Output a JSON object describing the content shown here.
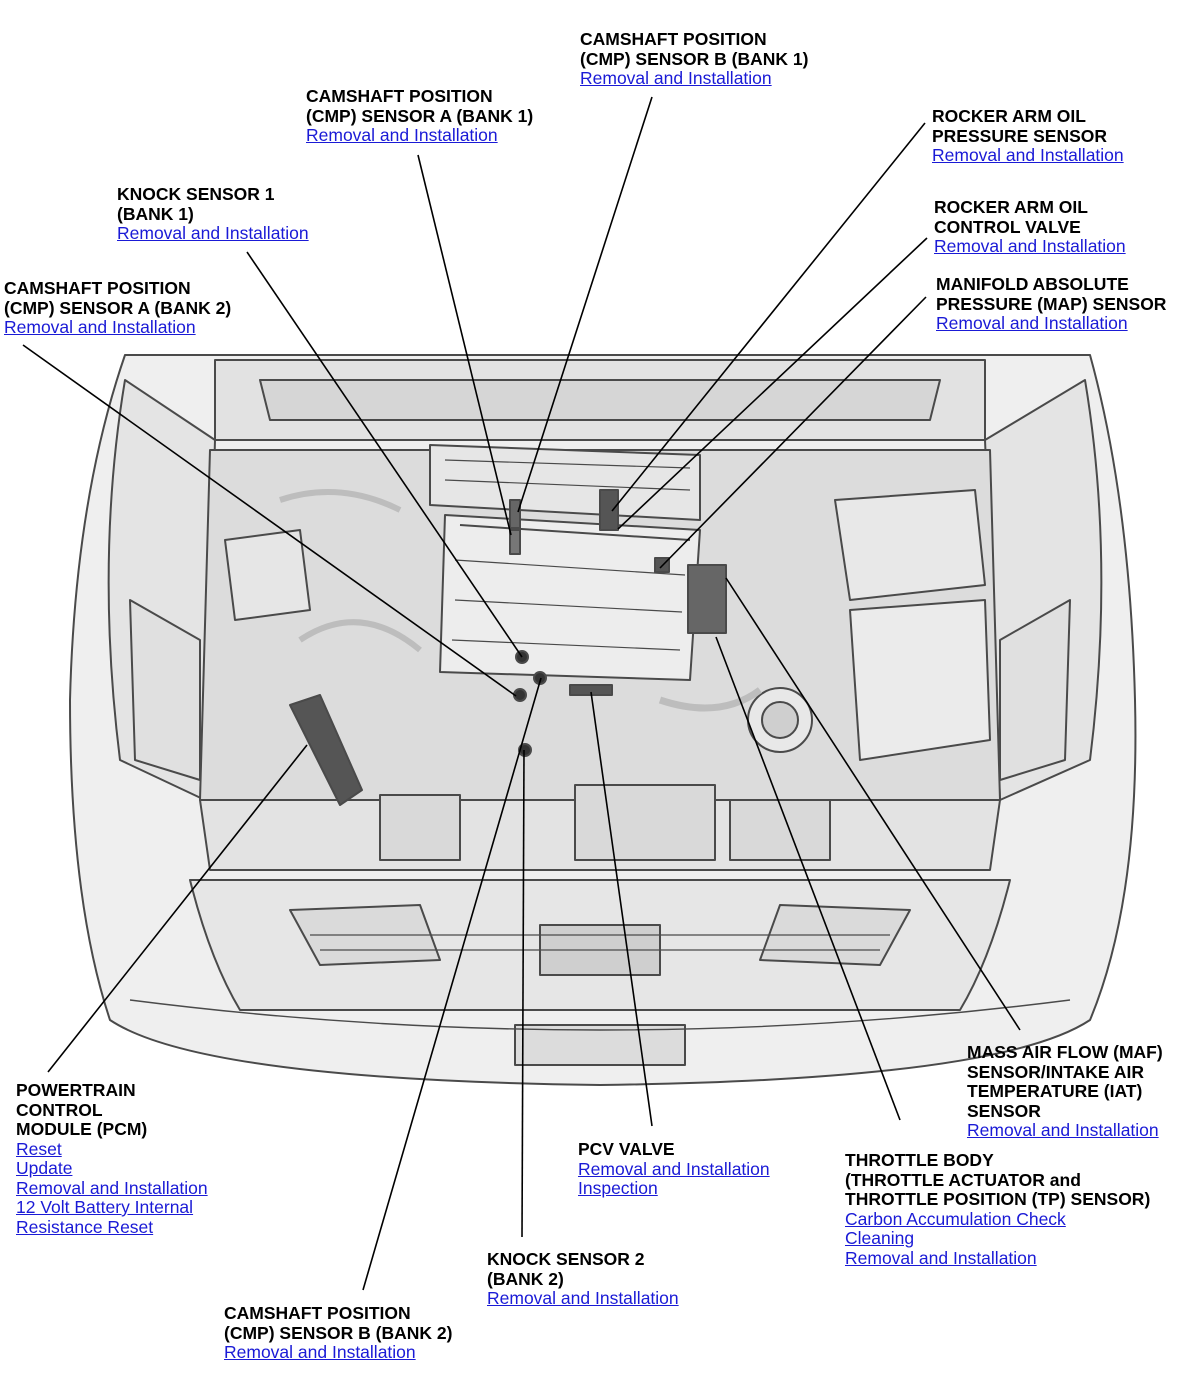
{
  "callouts": {
    "cmp_b_bank1": {
      "title": [
        "CAMSHAFT POSITION",
        "(CMP) SENSOR B (BANK 1)"
      ],
      "links": [
        "Removal and Installation"
      ]
    },
    "cmp_a_bank1": {
      "title": [
        "CAMSHAFT POSITION",
        "(CMP) SENSOR A (BANK 1)"
      ],
      "links": [
        "Removal and Installation"
      ]
    },
    "knock1": {
      "title": [
        "KNOCK SENSOR 1",
        "(BANK 1)"
      ],
      "links": [
        "Removal and Installation"
      ]
    },
    "cmp_a_bank2": {
      "title": [
        "CAMSHAFT POSITION",
        "(CMP) SENSOR A (BANK 2)"
      ],
      "links": [
        "Removal and Installation"
      ]
    },
    "rocker_sensor": {
      "title": [
        "ROCKER ARM OIL",
        "PRESSURE SENSOR"
      ],
      "links": [
        "Removal and Installation"
      ]
    },
    "rocker_valve": {
      "title": [
        "ROCKER ARM OIL",
        "CONTROL VALVE"
      ],
      "links": [
        "Removal and Installation"
      ]
    },
    "map": {
      "title": [
        "MANIFOLD ABSOLUTE",
        "PRESSURE (MAP) SENSOR"
      ],
      "links": [
        "Removal and Installation"
      ]
    },
    "maf": {
      "title": [
        "MASS AIR FLOW (MAF)",
        "SENSOR/INTAKE AIR",
        "TEMPERATURE (IAT)",
        "SENSOR"
      ],
      "links": [
        "Removal and Installation"
      ]
    },
    "throttle": {
      "title": [
        "THROTTLE BODY",
        "(THROTTLE ACTUATOR and",
        "THROTTLE POSITION (TP) SENSOR)"
      ],
      "links": [
        "Carbon Accumulation Check",
        "Cleaning",
        "Removal and Installation"
      ]
    },
    "pcm": {
      "title": [
        "POWERTRAIN",
        "CONTROL",
        "MODULE (PCM)"
      ],
      "links": [
        "Reset",
        "Update",
        "Removal and Installation",
        "12 Volt Battery Internal",
        "Resistance Reset"
      ]
    },
    "pcv": {
      "title": [
        "PCV VALVE"
      ],
      "links": [
        "Removal and Installation",
        "Inspection"
      ]
    },
    "knock2": {
      "title": [
        "KNOCK SENSOR 2",
        "(BANK 2)"
      ],
      "links": [
        "Removal and Installation"
      ]
    },
    "cmp_b_bank2": {
      "title": [
        "CAMSHAFT POSITION",
        "(CMP) SENSOR B (BANK 2)"
      ],
      "links": [
        "Removal and Installation"
      ]
    }
  },
  "colors": {
    "link": "#1a1ad6",
    "text": "#000000",
    "body_fill": "#ececec",
    "line": "#4a4a4a"
  },
  "vehicle_illustration": "engine-bay-illustration"
}
